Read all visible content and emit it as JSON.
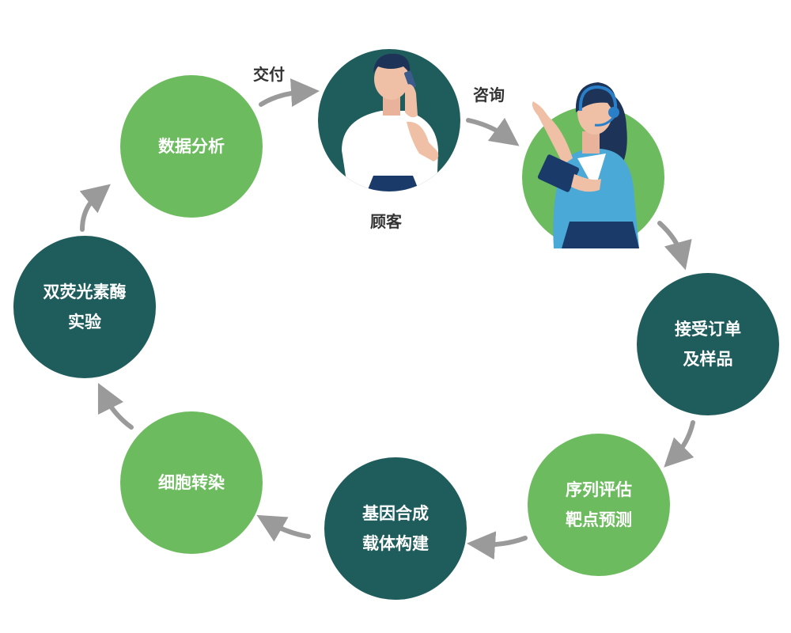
{
  "colors": {
    "dark_circle": "#1f5c5c",
    "light_circle": "#6dbb5f",
    "arrow": "#9a9a9a",
    "text_label": "#333333"
  },
  "labels": {
    "deliver": "交付",
    "consult": "咨询",
    "customer": "顾客"
  },
  "steps": {
    "data_analysis": [
      "数据分析"
    ],
    "order": [
      "接受订单",
      "及样品"
    ],
    "sequence": [
      "序列评估",
      "靶点预测"
    ],
    "synthesis": [
      "基因合成",
      "载体构建"
    ],
    "transfection": [
      "细胞转染"
    ],
    "luciferase": [
      "双荧光素酶",
      "实验"
    ]
  },
  "icons": {
    "customer": "customer-man-phone-icon",
    "consultant": "consultant-woman-headset-icon",
    "arrow": "curved-arrow-icon"
  }
}
